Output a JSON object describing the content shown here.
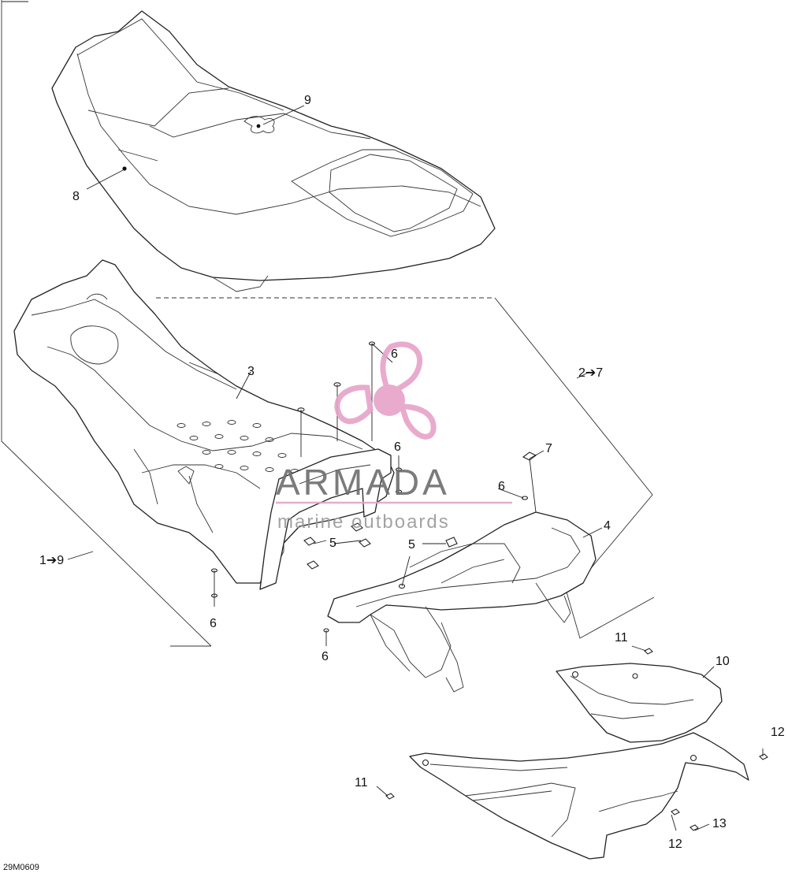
{
  "diagram": {
    "reference_code": "29M0609",
    "group_labels": {
      "group_all": "1➔9",
      "group_subset": "2➔7"
    },
    "callouts": {
      "c3": "3",
      "c4": "4",
      "c5a": "5",
      "c5b": "5",
      "c6a": "6",
      "c6b": "6",
      "c6c": "6",
      "c6d": "6",
      "c6e": "6",
      "c7": "7",
      "c8": "8",
      "c9": "9",
      "c10": "10",
      "c11a": "11",
      "c11b": "11",
      "c12a": "12",
      "c12b": "12",
      "c13": "13"
    }
  },
  "watermark": {
    "brand": "ARMADA",
    "tagline": "marine outboards",
    "color": "#e6a3c8"
  }
}
